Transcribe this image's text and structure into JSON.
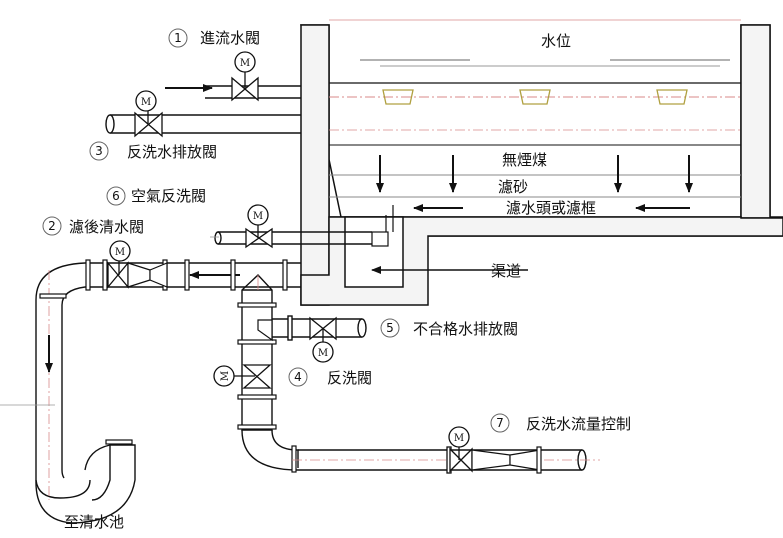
{
  "labels": {
    "water_level": "水位",
    "anthracite": "無煙煤",
    "sand": "濾砂",
    "nozzle": "濾水頭或濾框",
    "channel": "渠道",
    "to_clearwell": "至清水池"
  },
  "valves": [
    {
      "num": "1",
      "label": "進流水閥"
    },
    {
      "num": "2",
      "label": "濾後清水閥"
    },
    {
      "num": "3",
      "label": "反洗水排放閥"
    },
    {
      "num": "4",
      "label": "反洗閥"
    },
    {
      "num": "5",
      "label": "不合格水排放閥"
    },
    {
      "num": "6",
      "label": "空氣反洗閥"
    },
    {
      "num": "7",
      "label": "反洗水流量控制"
    }
  ],
  "motor_letter": "M",
  "colors": {
    "line": "#111111",
    "concrete": "#f4f4f4",
    "axis": "#d88a8a",
    "nozzle": "#b0a040"
  }
}
